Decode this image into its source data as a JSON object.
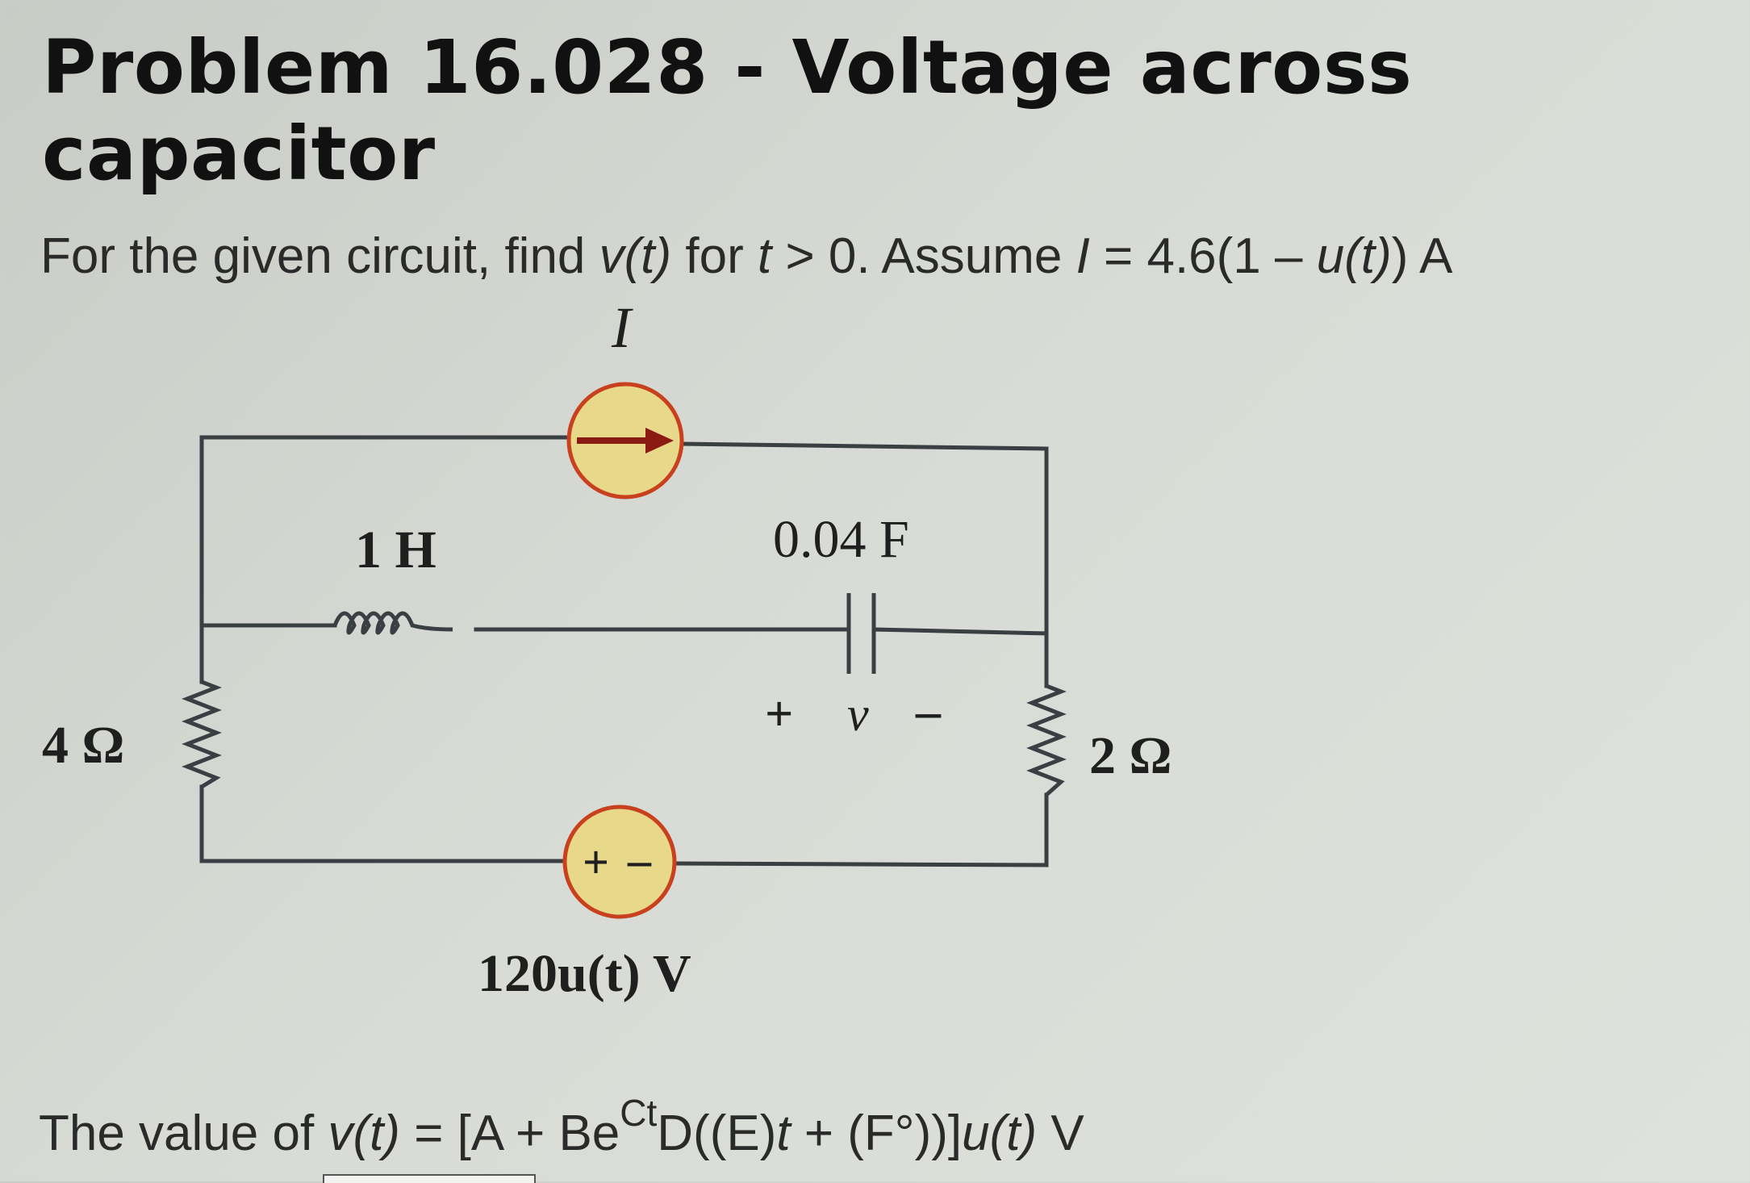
{
  "problem": {
    "title": "Problem 16.028 - Voltage across capacitor",
    "prompt": {
      "part1": "For the given circuit, find ",
      "v_t": "v(t)",
      "part2": " for ",
      "t": "t",
      "part3": " > 0. Assume ",
      "I": "I",
      "part4": " = 4.6(1 – ",
      "u_t": "u(t)",
      "part5": ") A"
    },
    "answer": {
      "part1": "The value of ",
      "v_t": "v(t)",
      "part2": " = [A + Be",
      "exp": "Ct",
      "part3": "D((E)",
      "t": "t",
      "part4": " + (F°))]",
      "u_t": "u(t)",
      "part5": " V"
    }
  },
  "circuit": {
    "current_source_label": "I",
    "inductor_label": "1 H",
    "capacitor_label": "0.04 F",
    "resistor_left_label": "4 Ω",
    "resistor_right_label": "2 Ω",
    "voltage_source_label": "120u(t) V",
    "cap_plus": "+",
    "cap_v": "v",
    "cap_minus": "–",
    "vs_plus": "+",
    "vs_minus": "–"
  },
  "colors": {
    "wire": "#3a3f44",
    "source_fill": "#e8d88a",
    "source_stroke": "#c9401e",
    "arrow": "#8a1a12"
  }
}
